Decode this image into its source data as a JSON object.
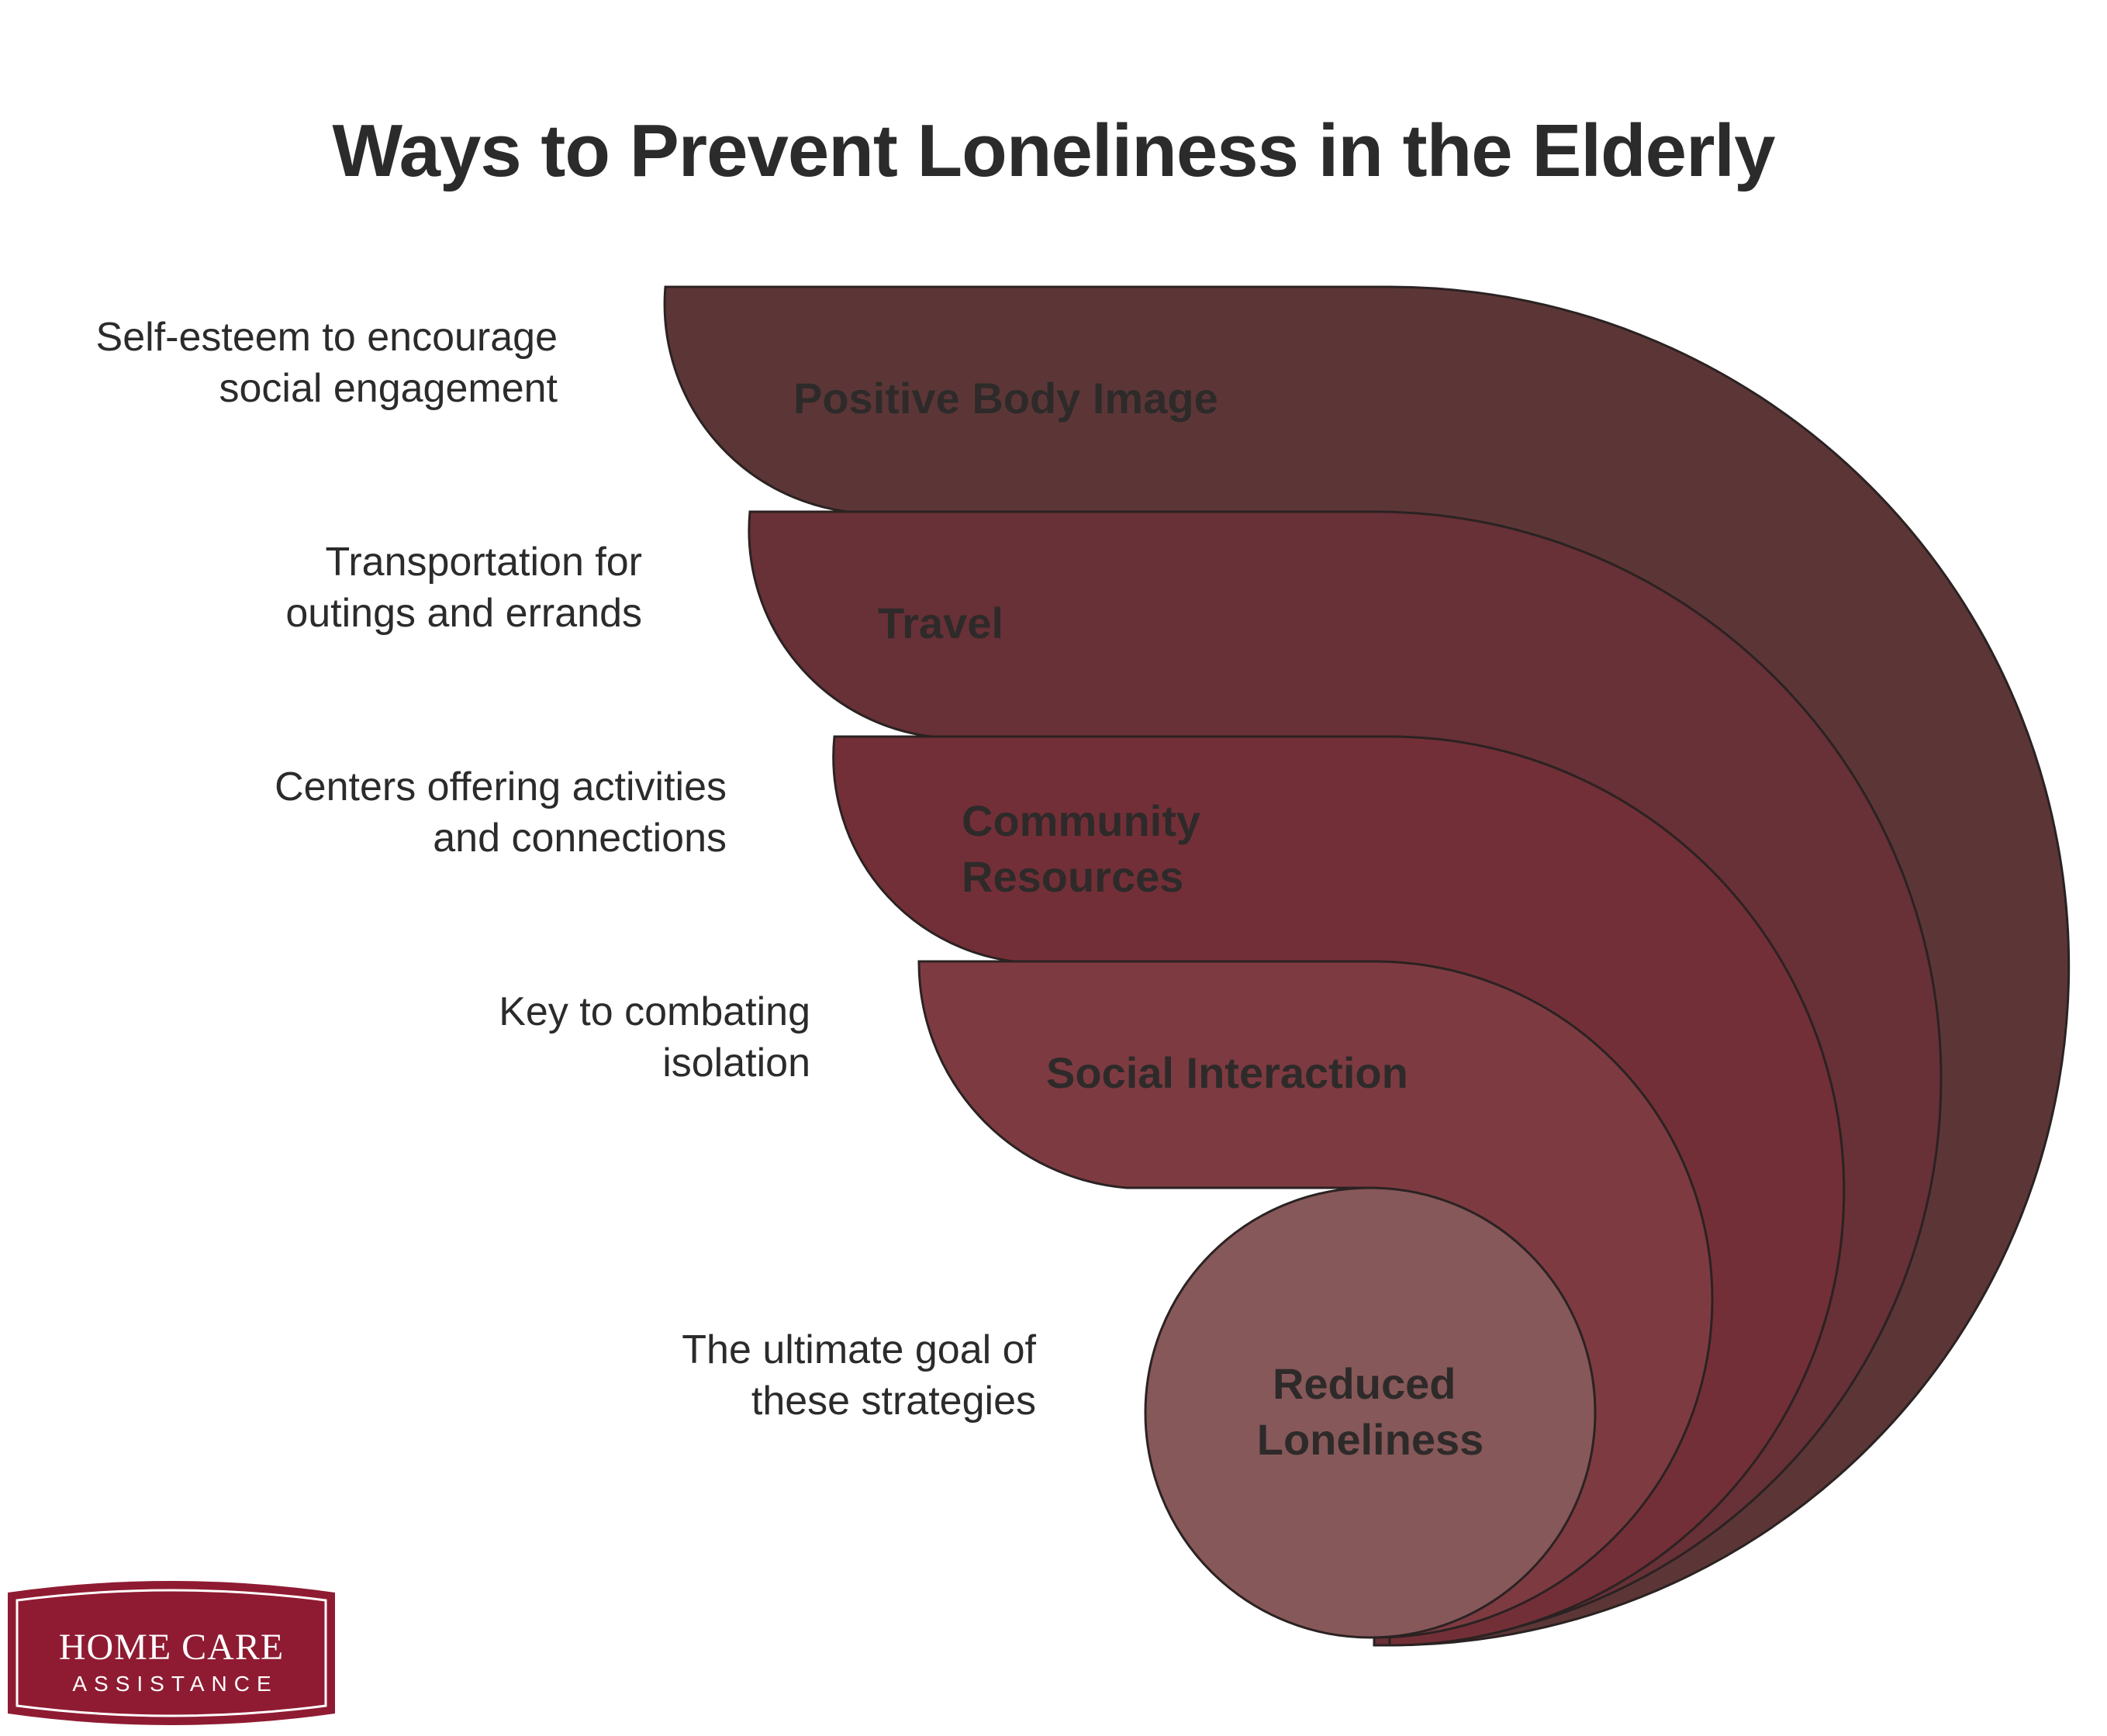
{
  "title": "Ways to Prevent Loneliness in the Elderly",
  "layers": [
    {
      "label_lines": [
        "Positive Body Image"
      ],
      "description_lines": [
        "Self-esteem to encourage",
        "social engagement"
      ],
      "color": "#5c3637"
    },
    {
      "label_lines": [
        "Travel"
      ],
      "description_lines": [
        "Transportation for",
        "outings and errands"
      ],
      "color": "#683037"
    },
    {
      "label_lines": [
        "Community",
        "Resources"
      ],
      "description_lines": [
        "Centers offering activities",
        "and connections"
      ],
      "color": "#732f37"
    },
    {
      "label_lines": [
        "Social Interaction"
      ],
      "description_lines": [
        "Key to combating",
        "isolation"
      ],
      "color": "#7d3b41"
    },
    {
      "label_lines": [
        "Reduced",
        "Loneliness"
      ],
      "description_lines": [
        "The ultimate goal of",
        "these strategies"
      ],
      "color": "#875859"
    }
  ],
  "logo": {
    "line1": "HOME CARE",
    "line2": "ASSISTANCE",
    "color": "#8f1b32"
  }
}
